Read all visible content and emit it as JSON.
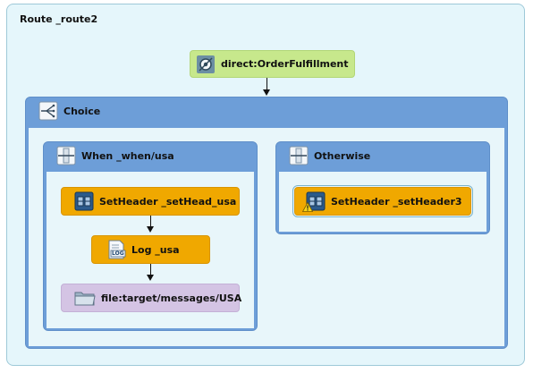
{
  "route": {
    "title": "Route _route2"
  },
  "nodes": {
    "endpoint": {
      "label": "direct:OrderFulfillment",
      "icon": "endpoint-icon"
    },
    "choice": {
      "label": "Choice",
      "icon": "choice-icon"
    },
    "when": {
      "label": "When _when/usa",
      "icon": "when-icon"
    },
    "otherwise": {
      "label": "Otherwise",
      "icon": "otherwise-icon"
    },
    "set_header_usa": {
      "label": "SetHeader _setHead_usa",
      "icon": "setheader-icon"
    },
    "log_usa": {
      "label": "Log _usa",
      "icon": "log-icon",
      "badge": "LOG"
    },
    "file_usa": {
      "label": "file:target/messages/USA",
      "icon": "folder-icon"
    },
    "set_header3": {
      "label": "SetHeader _setHeader3",
      "icon": "setheader-icon",
      "warning": "warning-icon"
    }
  },
  "colors": {
    "route_bg": "#e5f6fb",
    "endpoint": "#c7e88c",
    "processor": "#f0a800",
    "container": "#6d9ed8",
    "file": "#d4c4e4"
  }
}
